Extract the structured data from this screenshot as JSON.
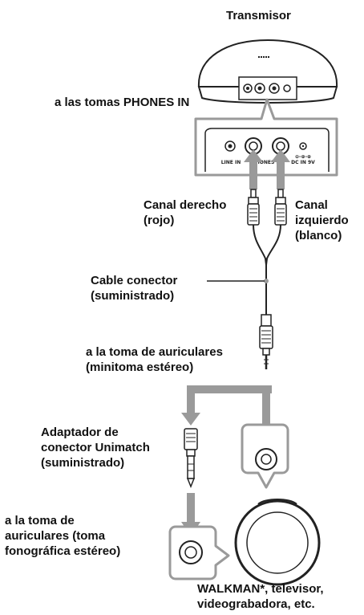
{
  "title": "Transmisor",
  "labels": {
    "phones_in_jacks": "a las tomas PHONES IN",
    "right_channel_1": "Canal derecho",
    "right_channel_2": "(rojo)",
    "left_channel_1": "Canal",
    "left_channel_2": "izquierdo",
    "left_channel_3": "(blanco)",
    "cable_1": "Cable conector",
    "cable_2": "(suministrado)",
    "headphone_jack_1": "a la toma de auriculares",
    "headphone_jack_2": "(minitoma estéreo)",
    "adapter_1": "Adaptador de",
    "adapter_2": "conector Unimatch",
    "adapter_3": "(suministrado)",
    "phono_jack_1": "a la toma de",
    "phono_jack_2": "auriculares (toma",
    "phono_jack_3": "fonográfica estéreo)",
    "source_1": "WALKMAN*, televisor,",
    "source_2": "videograbadora, etc."
  },
  "panel_labels": {
    "line_in": "LINE IN",
    "phones_in": "PHONES IN",
    "dc_in": "DC IN 9V"
  },
  "colors": {
    "arrow": "#9a9a9a",
    "outline": "#222222"
  }
}
